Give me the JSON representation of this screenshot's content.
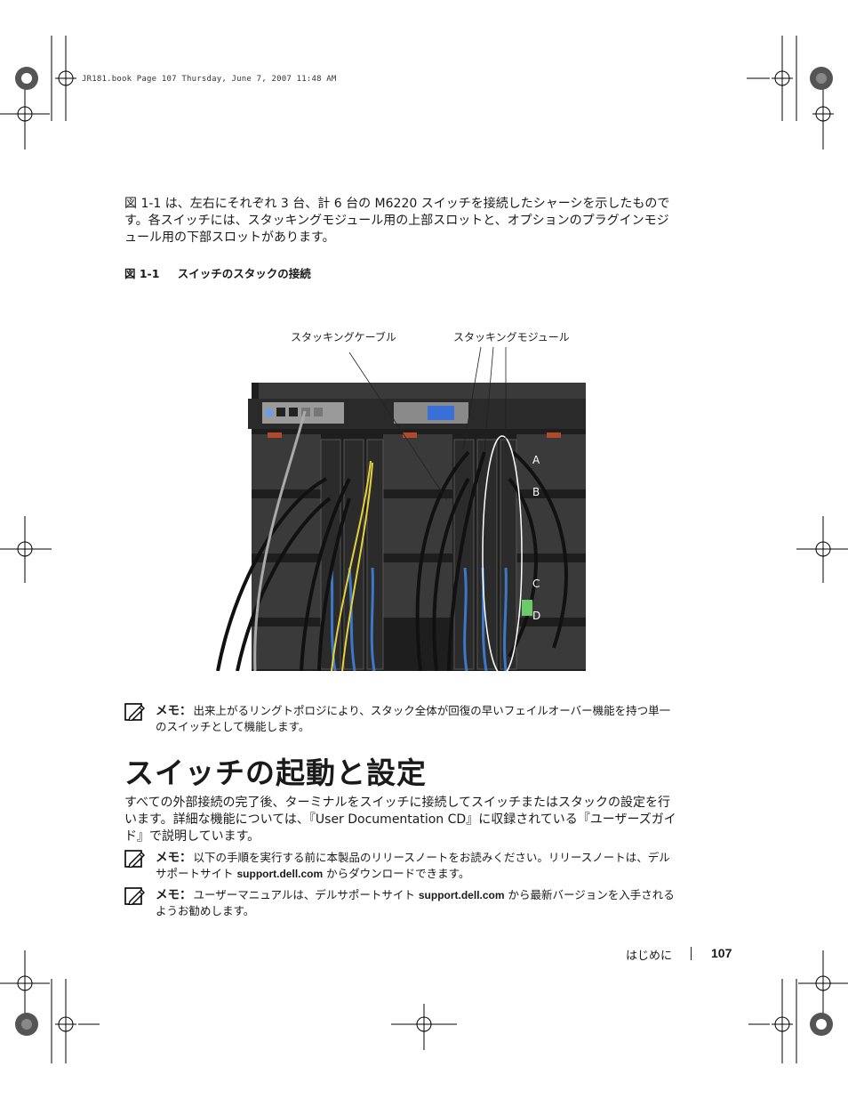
{
  "print_header": "JR181.book  Page 107  Thursday, June 7, 2007  11:48 AM",
  "intro_paragraph": "図 1-1 は、左右にそれぞれ 3 台、計 6 台の M6220 スイッチを接続したシャーシを示したものです。各スイッチには、スタッキングモジュール用の上部スロットと、オプションのプラグインモジュール用の下部スロットがあります。",
  "figure": {
    "number": "図 1-1",
    "title": "スイッチのスタックの接続",
    "callout_cable": "スタッキングケーブル",
    "callout_module": "スタッキングモジュール",
    "labels": [
      "A",
      "B",
      "C",
      "D"
    ]
  },
  "note1": {
    "head": "メモ：",
    "text": "出来上がるリングトポロジにより、スタック全体が回復の早いフェイルオーバー機能を持つ単一のスイッチとして機能します。"
  },
  "section_title": "スイッチの起動と設定",
  "section_paragraph": "すべての外部接続の完了後、ターミナルをスイッチに接続してスイッチまたはスタックの設定を行います。詳細な機能については、『User Documentation CD』に収録されている『ユーザーズガイド』で説明しています。",
  "note2": {
    "head": "メモ：",
    "text_a": "以下の手順を実行する前に本製品のリリースノートをお読みください。リリースノートは、デルサポートサイト ",
    "url": "support.dell.com",
    "text_b": " からダウンロードできます。"
  },
  "note3": {
    "head": "メモ：",
    "text_a": "ユーザーマニュアルは、デルサポートサイト ",
    "url": "support.dell.com",
    "text_b": " から最新バージョンを入手されるようお勧めします。"
  },
  "footer": {
    "chapter": "はじめに",
    "page_number": "107"
  }
}
